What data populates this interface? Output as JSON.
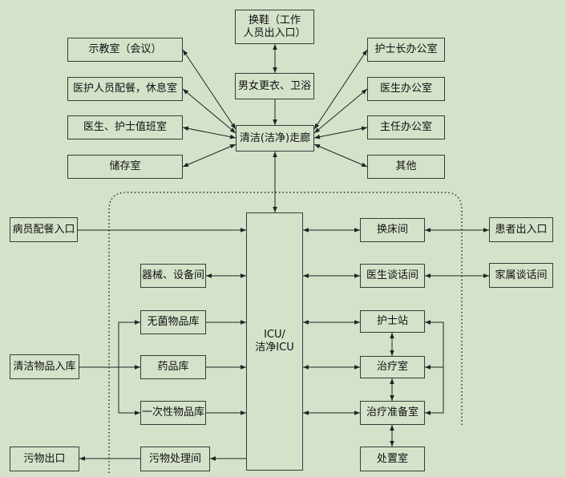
{
  "diagram": {
    "nodes": {
      "shoe_change": "换鞋（工作\n人员出入口）",
      "locker": "男女更衣、卫浴",
      "corridor": "清洁(洁净)走廊",
      "teaching": "示教室（会议）",
      "staff_dining": "医护人员配餐，休息室",
      "duty_room": "医生、护士值班室",
      "storage": "储存室",
      "head_nurse": "护士长办公室",
      "doctor_office": "医生办公室",
      "director_office": "主任办公室",
      "other": "其他",
      "patient_meal": "病员配餐入口",
      "equipment": "器械、设备间",
      "sterile_store": "无菌物品库",
      "clean_goods_in": "清洁物品入库",
      "pharmacy": "药品库",
      "disposable": "一次性物品库",
      "waste_exit": "污物出口",
      "waste_treatment": "污物处理间",
      "icu": "ICU/\n洁净ICU",
      "bed_change": "换床间",
      "patient_entrance": "患者出入口",
      "doctor_talk": "医生谈话间",
      "family_talk": "家属谈话间",
      "nurse_station": "护士站",
      "treatment_room": "治疗室",
      "treatment_prep": "治疗准备室",
      "disposal_room": "处置室"
    }
  }
}
